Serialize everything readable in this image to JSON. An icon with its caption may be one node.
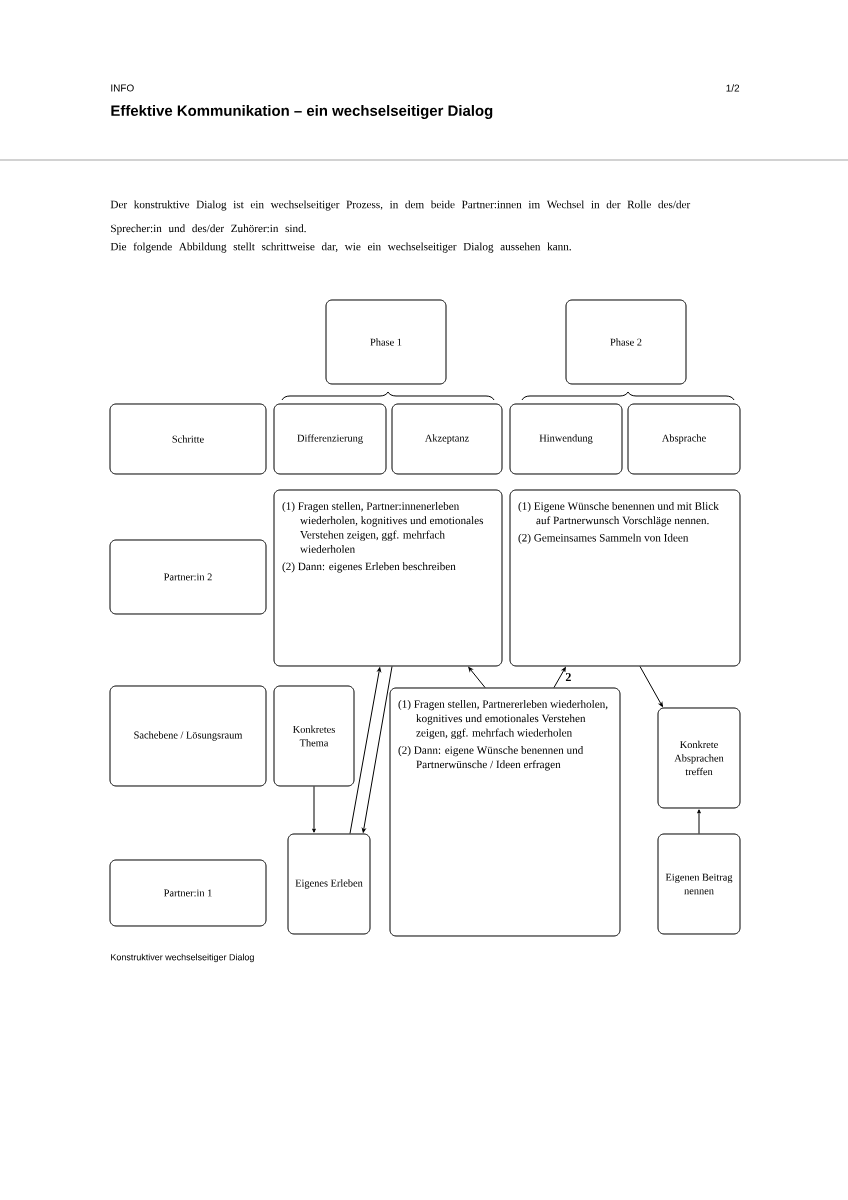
{
  "diagram": {
    "title": "Effektive Kommunikation – ein wechselseitiger Dialog",
    "caption": "Konstruktiver wechselseitiger Dialog",
    "nodes": [
      {
        "text": [
          "Phase 1"
        ]
      },
      {
        "text": [
          "Phase 2"
        ]
      },
      {
        "text": [
          "Schritte"
        ]
      },
      {
        "text": [
          "Differenzierung"
        ]
      },
      {
        "text": [
          "Akzeptanz"
        ]
      },
      {
        "text": [
          "Hinwendung"
        ]
      },
      {
        "text": [
          "Absprache"
        ]
      },
      {
        "text": [
          "Partner:in 2"
        ]
      },
      {
        "text": [
          "(1) Fragen stellen, Partner:innenerleben wiederholen, kognitives und emotionales Verstehen zeigen, ggf. mehrfach wiederholen",
          "(2) Dann: eigenes Erleben beschreiben"
        ]
      },
      {
        "text": [
          "(1) Eigene Wünsche benennen und mit Blick auf Partnerwunsch Vorschläge nennen.",
          "(2) Gemeinsames Sammeln von Ideen"
        ]
      },
      {
        "text": [
          "Sachebene / Lösungsraum"
        ]
      },
      {
        "text": [
          "Konkretes Thema"
        ]
      },
      {
        "text": [
          "(1) Fragen stellen, Partnererleben wiederholen, kognitives und emotionales Verstehen zeigen, ggf. mehrfach wiederholen",
          "(2) Dann: eigene Wünsche benennen und Partnerwünsche / Ideen erfragen"
        ]
      },
      {
        "text": [
          "Konkrete Absprachen treffen"
        ]
      },
      {
        "text": [
          "Eigenes Erleben"
        ]
      },
      {
        "text": [
          "Partner:in 1"
        ]
      },
      {
        "text": [
          "Eigenen Beitrag nennen"
        ]
      }
    ],
    "edges": [
      {
        "from": 11,
        "to": 14,
        "arrow": "to"
      },
      {
        "from": 14,
        "to": 8,
        "arrow": "to"
      },
      {
        "from": 8,
        "to": 14,
        "arrow": "to"
      },
      {
        "from": 12,
        "to": 8,
        "arrow": "to"
      },
      {
        "from": 12,
        "to": 9,
        "arrow": "to",
        "label": "2"
      },
      {
        "from": 9,
        "to": 13,
        "arrow": "to"
      },
      {
        "from": 16,
        "to": 13,
        "arrow": "to"
      }
    ],
    "labels": [
      "INFO",
      "1/2",
      "Der konstruktive Dialog ist ein wechselseitiger Prozess, in dem beide Partner:innen im Wechsel in der Rolle des/der Sprecher:in und des/der Zuhörer:in sind.",
      "Die folgende Abbildung stellt schrittweise dar, wie ein wechselseitiger Dialog aussehen kann."
    ]
  }
}
